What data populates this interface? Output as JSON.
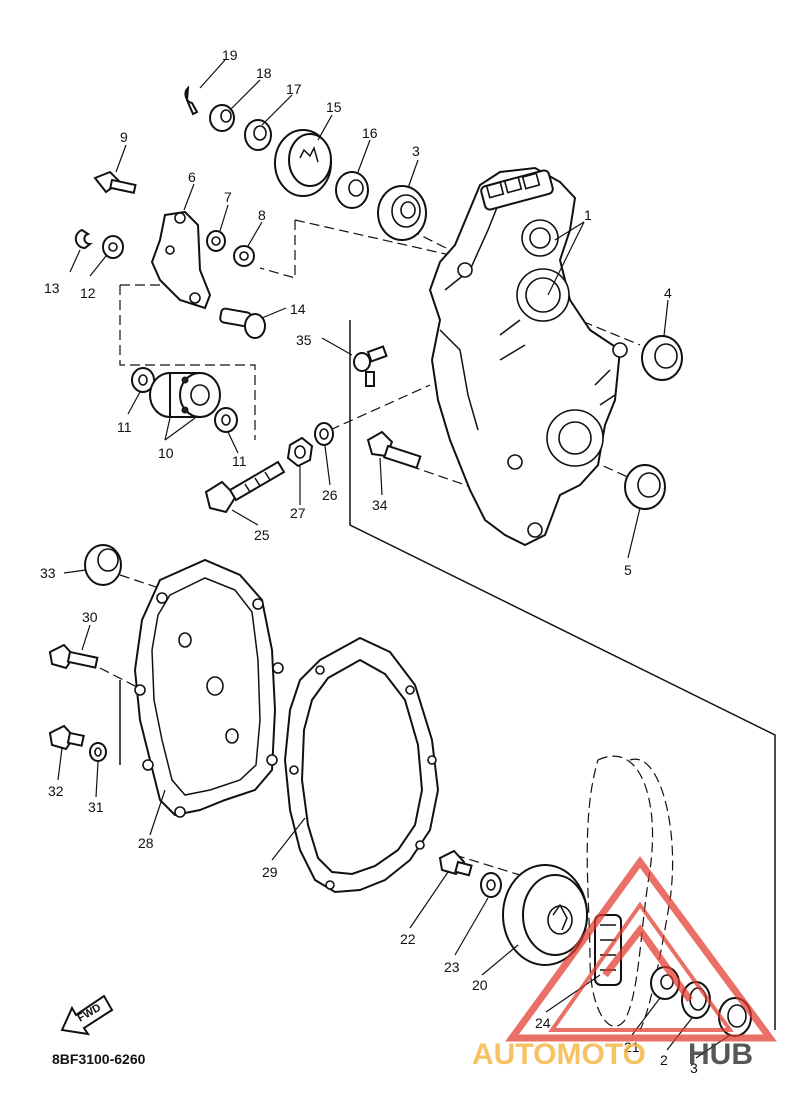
{
  "diagram": {
    "callouts": [
      "1",
      "2",
      "3",
      "3",
      "4",
      "5",
      "6",
      "7",
      "8",
      "9",
      "10",
      "11",
      "11",
      "12",
      "13",
      "14",
      "15",
      "16",
      "17",
      "18",
      "19",
      "20",
      "21",
      "22",
      "23",
      "24",
      "25",
      "26",
      "27",
      "28",
      "29",
      "30",
      "31",
      "32",
      "33",
      "34",
      "35"
    ],
    "direction_label": "FWD",
    "part_code": "8BF3100-6260"
  },
  "watermark": {
    "text_a": "AUTOMOTO",
    "text_b": "HUB",
    "color_a": "#f5b84a",
    "color_b": "#3a3a3a",
    "logo_color": "#e23a2e"
  }
}
